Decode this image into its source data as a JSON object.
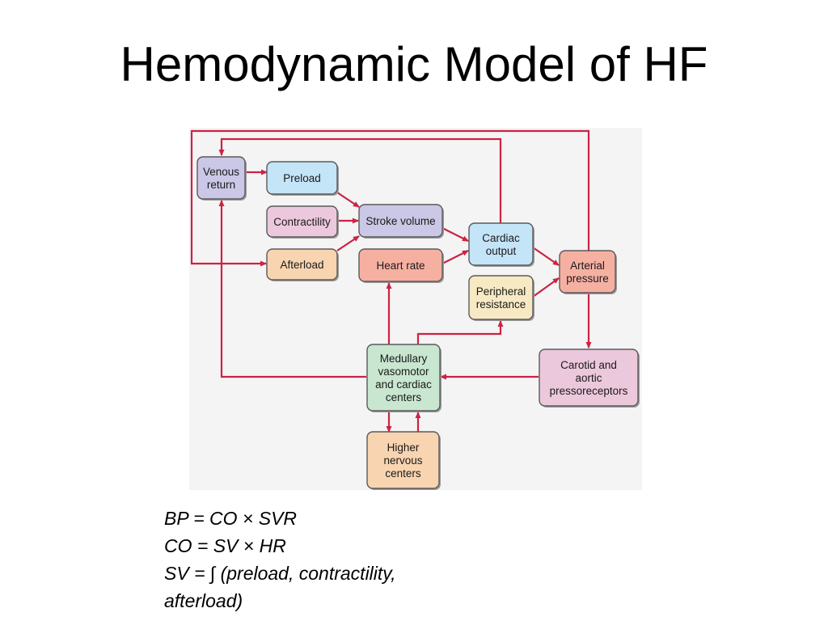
{
  "title": "Hemodynamic Model of HF",
  "colors": {
    "arrow": "#cc2244",
    "lavender": "#cbc7e6",
    "blue": "#c4e4f8",
    "pink": "#ecc8dc",
    "peach": "#f8d4b0",
    "salmon": "#f6b0a2",
    "cream": "#f7e9c4",
    "mint": "#c8e6d0"
  },
  "nodes": {
    "venous_return": [
      "Venous",
      "return"
    ],
    "preload": [
      "Preload"
    ],
    "contractility": [
      "Contractility"
    ],
    "afterload": [
      "Afterload"
    ],
    "stroke_volume": [
      "Stroke volume"
    ],
    "heart_rate": [
      "Heart rate"
    ],
    "cardiac_output": [
      "Cardiac",
      "output"
    ],
    "peripheral_resistance": [
      "Peripheral",
      "resistance"
    ],
    "arterial_pressure": [
      "Arterial",
      "pressure"
    ],
    "medullary_centers": [
      "Medullary",
      "vasomotor",
      "and cardiac",
      "centers"
    ],
    "carotid_aortic": [
      "Carotid and",
      "aortic",
      "pressoreceptors"
    ],
    "higher_nervous": [
      "Higher",
      "nervous",
      "centers"
    ]
  },
  "equations": {
    "line1": "BP = CO × SVR",
    "line2": "CO = SV × HR",
    "line3": "SV = ∫ (preload, contractility,",
    "line4": "afterload)"
  }
}
